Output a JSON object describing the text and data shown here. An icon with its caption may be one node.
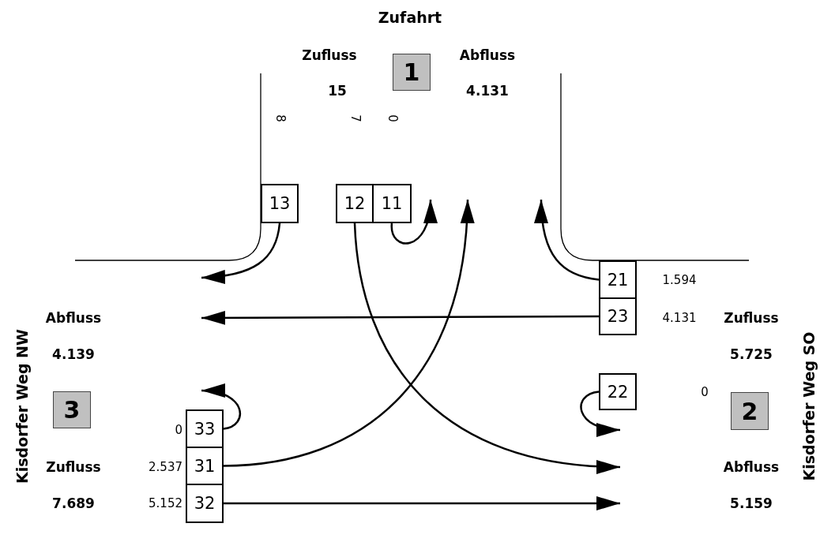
{
  "diagram": {
    "title": "Zufahrt",
    "nodes": [
      {
        "text": [
          "1"
        ]
      },
      {
        "text": [
          "13"
        ]
      },
      {
        "text": [
          "12"
        ]
      },
      {
        "text": [
          "11"
        ]
      },
      {
        "text": [
          "21"
        ],
        "beside": [
          "1.594"
        ]
      },
      {
        "text": [
          "23"
        ],
        "beside": [
          "4.131"
        ]
      },
      {
        "text": [
          "3"
        ]
      },
      {
        "text": [
          "22"
        ]
      },
      {
        "text": [
          "2"
        ]
      },
      {
        "text": [
          "33"
        ],
        "beside": [
          "0"
        ]
      },
      {
        "text": [
          "31"
        ],
        "beside": [
          "2.537"
        ]
      },
      {
        "text": [
          "32"
        ],
        "beside": [
          "5.152"
        ]
      }
    ],
    "edges": [
      {
        "from": 1,
        "to": null,
        "arrow": "to"
      },
      {
        "from": 2,
        "to": null,
        "arrow": "to"
      },
      {
        "from": 3,
        "to": null,
        "arrow": "to"
      },
      {
        "from": 4,
        "to": null,
        "arrow": "to"
      },
      {
        "from": 5,
        "to": null,
        "arrow": "to"
      },
      {
        "from": 7,
        "to": null,
        "arrow": "to"
      },
      {
        "from": 9,
        "to": null,
        "arrow": "to"
      },
      {
        "from": 10,
        "to": null,
        "arrow": "to"
      },
      {
        "from": 11,
        "to": null,
        "arrow": "to"
      }
    ],
    "labels": [
      "Zufluss",
      "Abfluss",
      "15",
      "4.131",
      "8",
      "7",
      "0",
      "Abfluss",
      "Zufluss",
      "4.139",
      "5.725",
      "0",
      "Kisdorfer Weg NW",
      "Kisdorfer Weg SO",
      "Zufluss",
      "Abfluss",
      "7.689",
      "5.159"
    ]
  }
}
